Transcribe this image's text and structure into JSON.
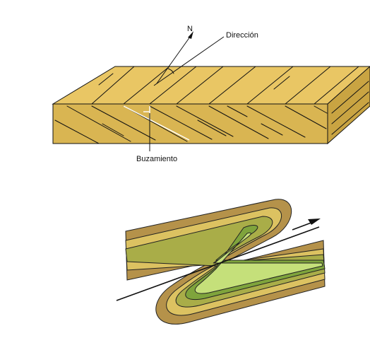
{
  "labels": {
    "north": "N",
    "strike": "Dirección",
    "dip": "Buzamiento"
  },
  "colors": {
    "block_top": "#e9c664",
    "block_front": "#d9b552",
    "block_side": "#c9a442",
    "ink": "#111111",
    "white_line": "#ffffff",
    "fold_outer": "#b5924a",
    "fold_band2": "#dcc261",
    "fold_band3": "#a9ad48",
    "fold_band4": "#7fa43c",
    "fold_core": "#c5e07a"
  }
}
